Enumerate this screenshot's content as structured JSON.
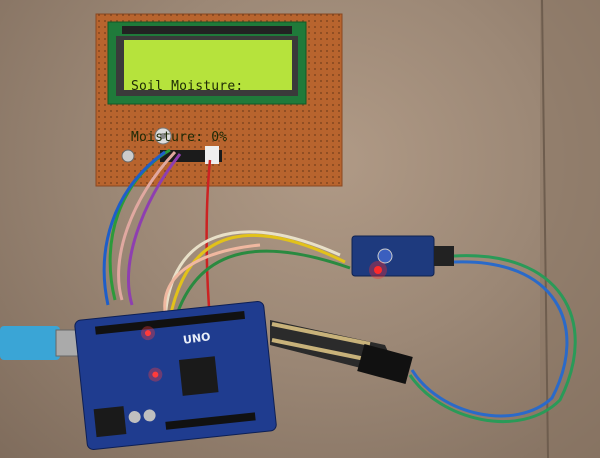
{
  "lcd": {
    "line1": "Soil Moisture:",
    "line2": "Moisture: 0%"
  },
  "board": {
    "label": "UNO"
  },
  "colors": {
    "wall": "#9c8876",
    "perfboard": "#b8642e",
    "lcd_screen": "#b6e33c",
    "arduino": "#1f3c8f",
    "usb_cable": "#3aa5d6",
    "sensor_module": "#1e3a7e",
    "led_red": "#ff2a2a"
  }
}
